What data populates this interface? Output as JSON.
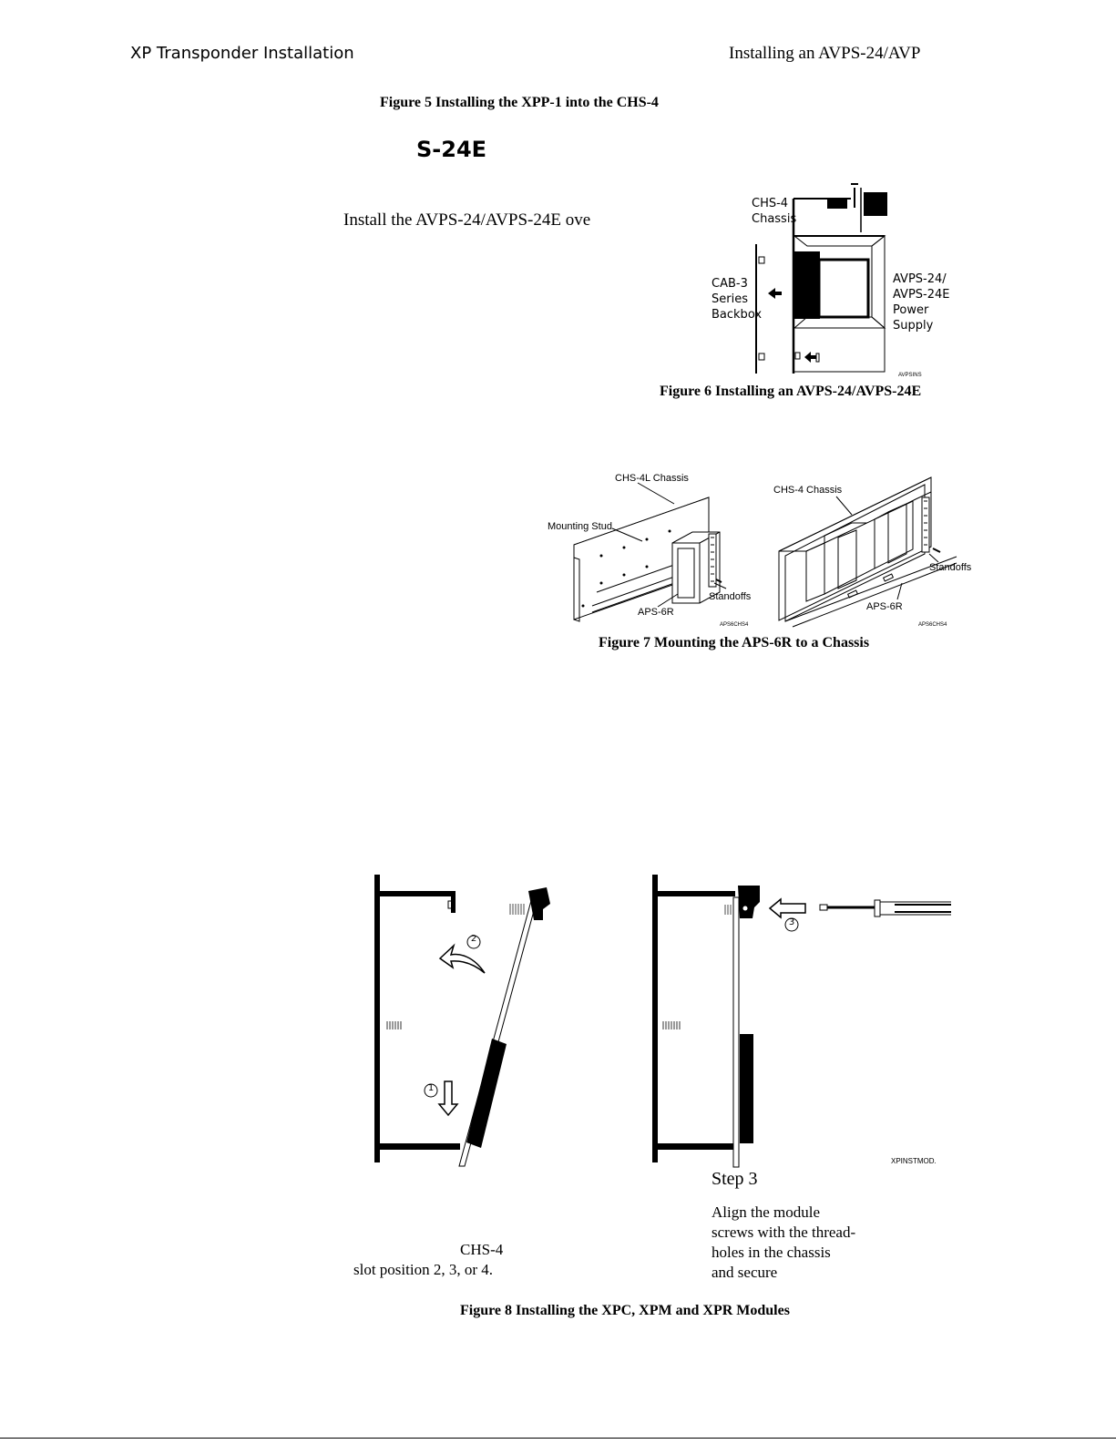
{
  "header": {
    "left": "XP Transponder Installation",
    "right": "Installing an AVPS-24/AVP"
  },
  "figure5": {
    "caption": "Figure 5  Installing the XPP-1 into the CHS-4"
  },
  "section": {
    "heading": "S-24E"
  },
  "intro": {
    "text": "Install the AVPS-24/AVPS-24E ove"
  },
  "figure6": {
    "caption": "Figure 6  Installing an AVPS-24/AVPS-24E",
    "labels": {
      "chassis": [
        "CHS-4",
        "Chassis"
      ],
      "backbox": [
        "CAB-3",
        "Series",
        "Backbox"
      ],
      "supply": [
        "AVPS-24/",
        "AVPS-24E",
        "Power",
        "Supply"
      ],
      "code": "AVPSINS"
    }
  },
  "figure7": {
    "caption": "Figure 7  Mounting the APS-6R to a Chassis",
    "labels": {
      "chs4l": "CHS-4L Chassis",
      "stud": "Mounting Stud",
      "aps_left": "APS-6R",
      "standoffs_left": "Standoffs",
      "chs4": "CHS-4 Chassis",
      "standoffs_right": "Standoffs",
      "aps_right": "APS-6R",
      "code_left": "APS6CHS4",
      "code_right": "APS6CHS4"
    }
  },
  "figure8": {
    "caption": "Figure 8  Installing the XPC, XPM and XPR Modules",
    "steps": {
      "one": "1",
      "two": "2",
      "three": "3"
    },
    "code": "XPINSTMOD.",
    "left_text": {
      "line1": "CHS-4",
      "line2": "slot position 2, 3, or 4."
    },
    "step3": {
      "title": "Step 3",
      "lines": [
        "Align the module",
        "screws with the thread-",
        "holes in the chassis",
        "and secure"
      ]
    }
  }
}
